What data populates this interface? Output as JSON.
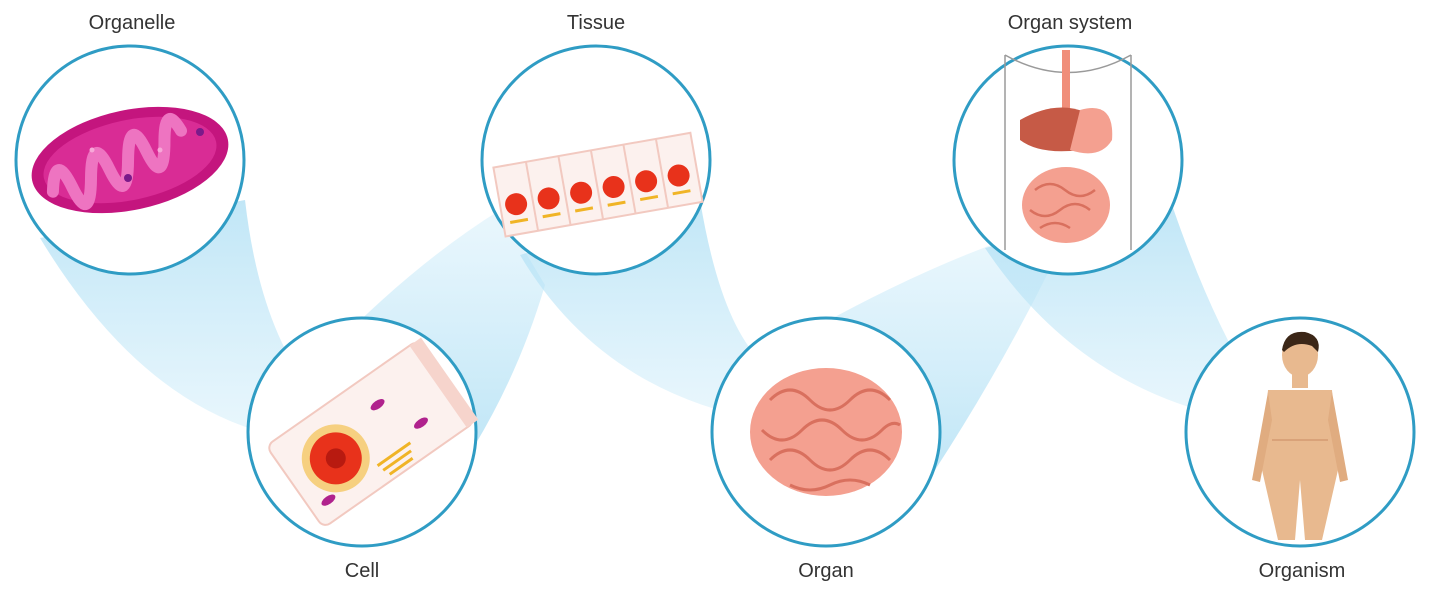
{
  "diagram": {
    "levels": [
      {
        "id": "organelle",
        "label": "Organelle",
        "icon": "mitochondrion-icon"
      },
      {
        "id": "cell",
        "label": "Cell",
        "icon": "cell-icon"
      },
      {
        "id": "tissue",
        "label": "Tissue",
        "icon": "epithelial-tissue-icon"
      },
      {
        "id": "organ",
        "label": "Organ",
        "icon": "small-intestine-icon"
      },
      {
        "id": "organ-system",
        "label": "Organ system",
        "icon": "digestive-system-icon"
      },
      {
        "id": "organism",
        "label": "Organism",
        "icon": "human-body-icon"
      }
    ],
    "colors": {
      "circle_stroke": "#2f9cc4",
      "beam": "#bfe6f7",
      "mitochondrion": "#c4157e",
      "cristae": "#ee74c1",
      "cell_fill": "#fcf1ee",
      "nucleus": "#e8321b",
      "golgi": "#f0b426",
      "intestine": "#f4a090",
      "liver": "#c65a46",
      "skin": "#e8b98f",
      "hair": "#3b2617"
    }
  }
}
